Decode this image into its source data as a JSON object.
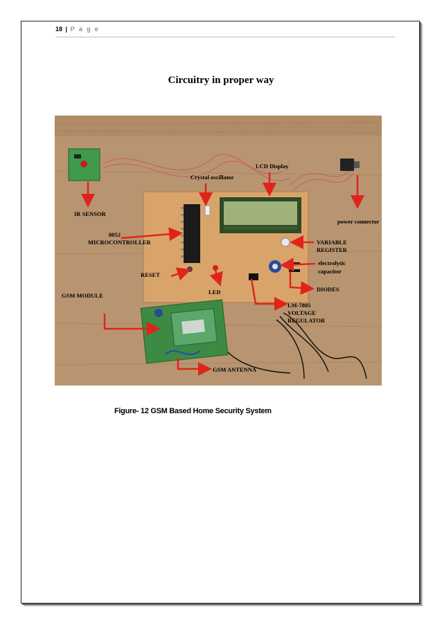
{
  "header": {
    "page_number": "18",
    "separator": "|",
    "page_word": "P a g e"
  },
  "title": "Circuitry  in proper  way",
  "photo": {
    "labels": {
      "ir_sensor": "IR SENSOR",
      "crystal": "Crystal oscillator",
      "lcd": "LCD Display",
      "power": "power connector",
      "mcu_1": "8052",
      "mcu_2": "MICROCONTROLLER",
      "variable_1": "VARIABLE",
      "variable_2": "REGISTER",
      "cap_1": "electrolytic",
      "cap_2": "capacitor",
      "reset": "RESET",
      "diodes": "DIODES",
      "led": "LED",
      "gsm_module": "GSM MODULE",
      "lm_1": "LM-7805",
      "lm_2": "VOLTAGE",
      "lm_3": "REGULATOR",
      "antenna": "GSM ANTENNA"
    },
    "colors": {
      "arrow": "#e0241c",
      "board": "#d9a46a",
      "wood": "#b89570",
      "lcd": "#9fb27a"
    }
  },
  "caption": "Figure- 12 GSM Based Home Security System"
}
